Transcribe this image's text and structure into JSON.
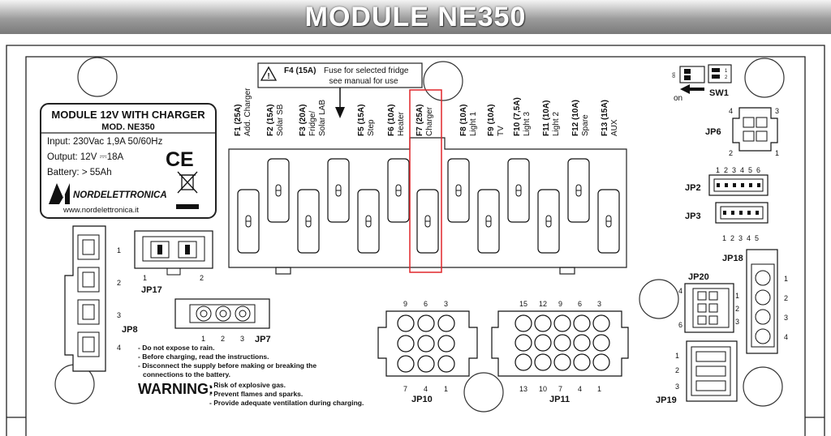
{
  "title": "MODULE NE350",
  "label": {
    "heading": "MODULE 12V WITH CHARGER",
    "model": "MOD. NE350",
    "input": "Input: 230Vac 1,9A 50/60Hz",
    "output": "Output: 12V ⎓18A",
    "battery": "Battery: > 55Ah",
    "ce": "CE",
    "brand": "NORDELETTRONICA",
    "website": "www.nordelettronica.it"
  },
  "fuse_note": {
    "line1_bold": "F4 (15A)",
    "line1_rest": "Fuse for selected fridge",
    "line2": "see manual for use"
  },
  "fuses": [
    {
      "id": "F1 (25A)",
      "desc": "Add. Charger"
    },
    {
      "id": "F2 (15A)",
      "desc": "Solar SB"
    },
    {
      "id": "F3 (20A)",
      "desc": "Fridge/",
      "desc2": "Solar LAB"
    },
    {
      "id": "F4",
      "desc": ""
    },
    {
      "id": "F5 (15A)",
      "desc": "Step"
    },
    {
      "id": "F6 (10A)",
      "desc": "Heater"
    },
    {
      "id": "F7 (25A)",
      "desc": "Charger"
    },
    {
      "id": "F8 (10A)",
      "desc": "Light 1"
    },
    {
      "id": "F9 (10A)",
      "desc": "TV"
    },
    {
      "id": "F10 (7,5A)",
      "desc": "Light 3"
    },
    {
      "id": "F11 (10A)",
      "desc": "Light 2"
    },
    {
      "id": "F12 (10A)",
      "desc": "Spare"
    },
    {
      "id": "F13 (15A)",
      "desc": "AUX"
    }
  ],
  "connectors": {
    "sw1": "SW1",
    "sw_on": "on",
    "sw_on_box": "on",
    "sw_pins": [
      "1",
      "2"
    ],
    "jp6": "JP6",
    "jp6_pins": [
      "4",
      "3",
      "2",
      "1"
    ],
    "jp2": "JP2",
    "jp2_pins": [
      "1",
      "2",
      "3",
      "4",
      "5",
      "6"
    ],
    "jp3": "JP3",
    "jp3_pins": [
      "1",
      "2",
      "3",
      "4",
      "5"
    ],
    "jp18": "JP18",
    "jp18_pins": [
      "1",
      "2",
      "3",
      "4"
    ],
    "jp20": "JP20",
    "jp20_pins": [
      "4",
      "1",
      "6",
      "3",
      "2"
    ],
    "jp19": "JP19",
    "jp19_pins": [
      "1",
      "2",
      "3"
    ],
    "jp17": "JP17",
    "jp17_pins": [
      "1",
      "2"
    ],
    "jp8": "JP8",
    "jp8_pins": [
      "1",
      "2",
      "3",
      "4"
    ],
    "jp7": "JP7",
    "jp7_pins": [
      "1",
      "2",
      "3"
    ],
    "jp10": "JP10",
    "jp10_top": [
      "9",
      "6",
      "3"
    ],
    "jp10_bottom": [
      "7",
      "4",
      "1"
    ],
    "jp11": "JP11",
    "jp11_top": [
      "15",
      "12",
      "9",
      "6",
      "3"
    ],
    "jp11_bottom": [
      "13",
      "10",
      "7",
      "4",
      "1"
    ]
  },
  "notes": [
    "- Do not expose to rain.",
    "- Before charging, read the instructions.",
    "- Disconnect the supply before making or breaking the",
    "connections to the battery."
  ],
  "warning": {
    "label": "WARNING:",
    "items": [
      "- Risk of explosive gas.",
      "- Prevent flames and sparks.",
      "- Provide adequate ventilation during charging."
    ]
  },
  "colors": {
    "highlight": "#e0262a",
    "title_text": "#ffffff",
    "title_bar": "#9c9c9c"
  }
}
